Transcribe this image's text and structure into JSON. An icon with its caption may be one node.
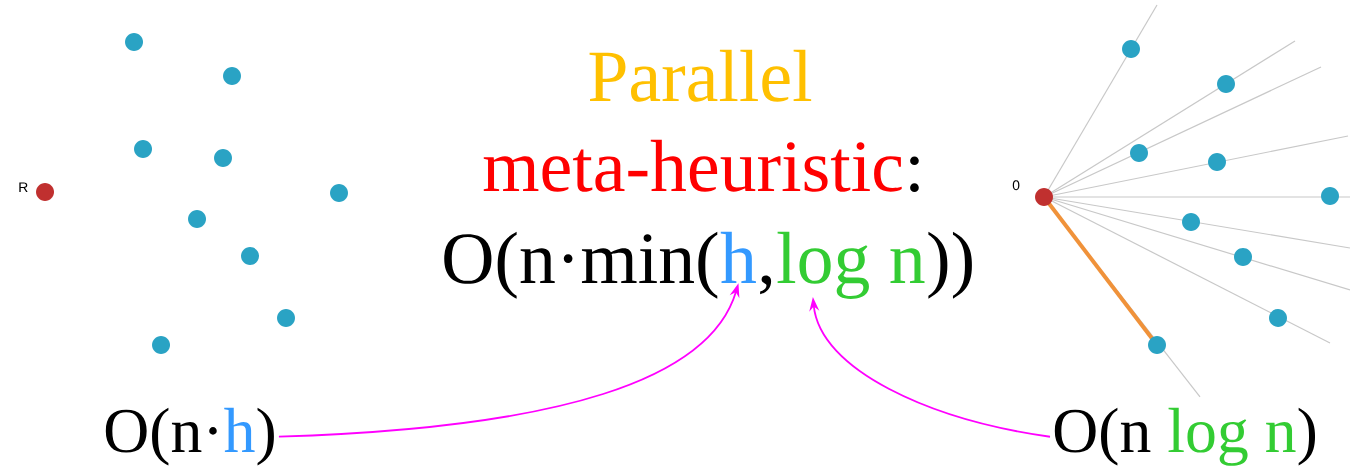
{
  "diagram": {
    "nodes": [
      {
        "text": [
          "h"
        ]
      },
      {
        "text": [
          "log n"
        ]
      },
      {
        "text": [
          "O(n·",
          "h",
          ")"
        ]
      },
      {
        "text": [
          "O(n",
          "log n",
          ")"
        ]
      }
    ],
    "edges": [
      {
        "from": 2,
        "to": 0,
        "arrow": "to"
      },
      {
        "from": 3,
        "to": 1,
        "arrow": "to"
      }
    ],
    "labels": [
      "Parallel",
      "meta-heuristic",
      ":",
      "O(n·min(",
      ",",
      "))",
      "R",
      "0"
    ]
  }
}
